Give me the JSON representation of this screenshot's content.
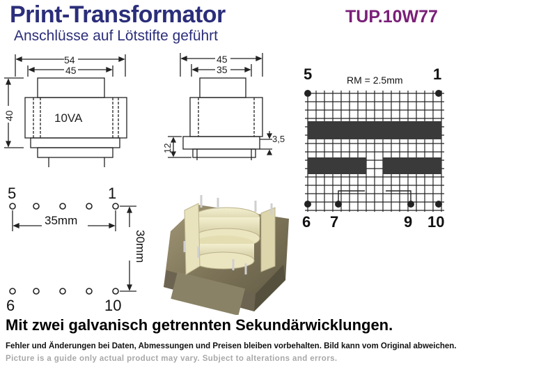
{
  "header": {
    "title": "Print-Transformator",
    "subtitle": "Anschlüsse auf Lötstifte geführt",
    "part_number": "TUP.10W77"
  },
  "front_view": {
    "width_outer": "54",
    "width_inner": "45",
    "height": "40",
    "rating_label": "10VA"
  },
  "side_view": {
    "width_outer": "45",
    "width_inner": "35",
    "base_height": "12",
    "pin_length": "3,5"
  },
  "grid_view": {
    "pitch_label": "RM = 2.5mm",
    "pins_top": [
      "5",
      "1"
    ],
    "pins_bottom": [
      "6",
      "7",
      "9",
      "10"
    ]
  },
  "pin_layout": {
    "pin_top_left": "5",
    "pin_top_right": "1",
    "pin_bottom_left": "6",
    "pin_bottom_right": "10",
    "horizontal_spacing": "35mm",
    "vertical_spacing": "30mm"
  },
  "colors": {
    "title": "#2b2e7a",
    "part_number": "#7a1f78",
    "english_note": "#a8a8a8"
  },
  "footer": {
    "main_caption": "Mit zwei galvanisch getrennten Sekundärwicklungen.",
    "disclaimer_de": "Fehler und Änderungen bei Daten, Abmessungen und Preisen bleiben vorbehalten. Bild kann vom Original abweichen.",
    "disclaimer_en": "Picture is a guide only actual product may vary. Subject to alterations and errors."
  }
}
